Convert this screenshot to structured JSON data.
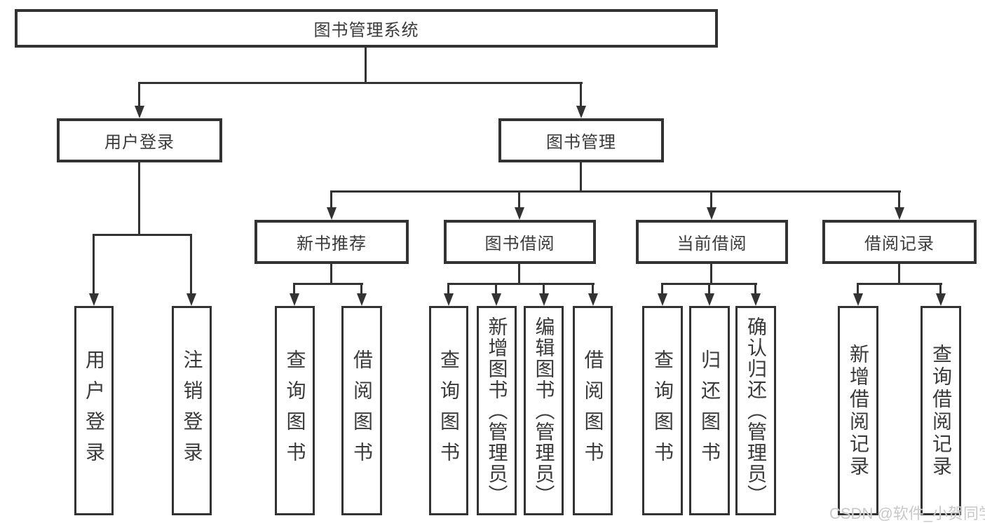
{
  "tree": {
    "label": "图书管理系统",
    "children": [
      {
        "label": "用户登录",
        "children": [
          {
            "label": "用户登录"
          },
          {
            "label": "注销登录"
          }
        ]
      },
      {
        "label": "图书管理",
        "children": [
          {
            "label": "新书推荐",
            "children": [
              {
                "label": "查询图书"
              },
              {
                "label": "借阅图书"
              }
            ]
          },
          {
            "label": "图书借阅",
            "children": [
              {
                "label": "查询图书"
              },
              {
                "label": "新增图书（管理员）"
              },
              {
                "label": "编辑图书（管理员）"
              },
              {
                "label": "借阅图书"
              }
            ]
          },
          {
            "label": "当前借阅",
            "children": [
              {
                "label": "查询图书"
              },
              {
                "label": "归还图书"
              },
              {
                "label": "确认归还（管理员）"
              }
            ]
          },
          {
            "label": "借阅记录",
            "children": [
              {
                "label": "新增借阅记录"
              },
              {
                "label": "查询借阅记录"
              }
            ]
          }
        ]
      }
    ]
  },
  "watermark": {
    "text": "CSDN @软件_小贺同学",
    "color": "#c8c8c8"
  },
  "colors": {
    "line": "#333333",
    "box_border": "#333333",
    "text": "#3a3a3a",
    "background": "#ffffff"
  }
}
